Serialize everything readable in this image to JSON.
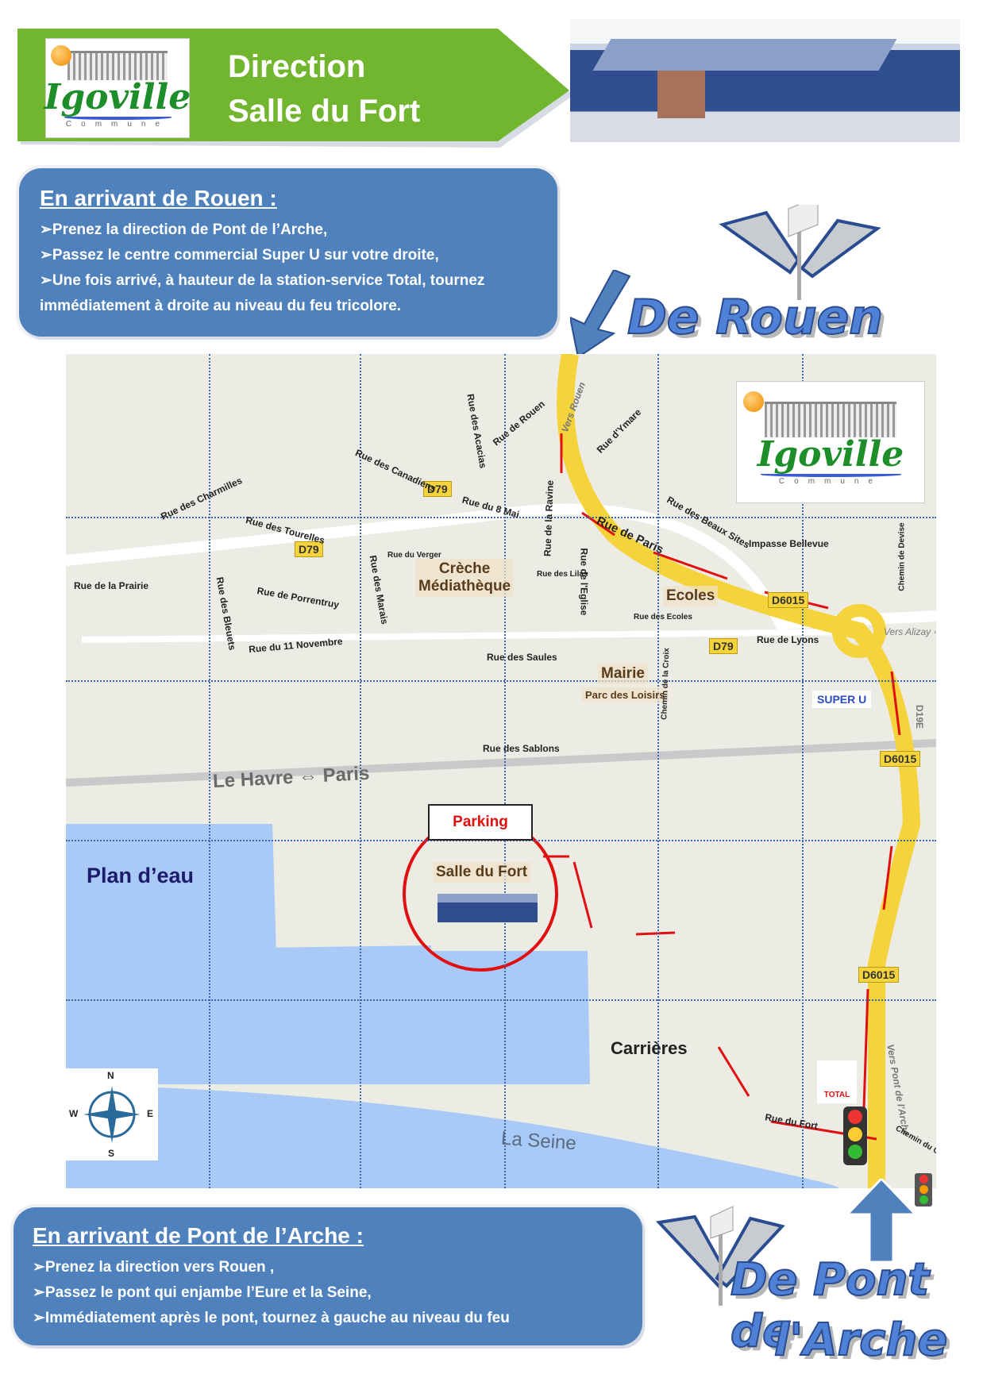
{
  "header": {
    "title_line1": "Direction",
    "title_line2": "Salle du Fort",
    "logo_name": "Igoville",
    "logo_sub": "Commune"
  },
  "box_rouen": {
    "title": "En arrivant de Rouen :",
    "steps": [
      "➢Prenez la direction de Pont de l’Arche,",
      "➢Passez le centre commercial Super U sur votre droite,",
      "➢Une fois arrivé, à hauteur de la station-service Total, tournez immédiatement à droite au niveau du feu tricolore."
    ]
  },
  "from_rouen": "De Rouen",
  "box_pont": {
    "title": "En arrivant de Pont de l’Arche :",
    "steps": [
      "➢Prenez la direction vers Rouen ,",
      "➢Passez le pont qui enjambe l’Eure et la Seine,",
      "➢Immédiatement après le pont, tournez à gauche au niveau du feu"
    ]
  },
  "from_pont_line1": "De Pont de",
  "from_pont_line2": "l'Arche",
  "map": {
    "places": {
      "creche": "Crèche",
      "mediatheque": "Médiathèque",
      "ecoles": "Ecoles",
      "mairie": "Mairie",
      "parc": "Parc des Loisirs",
      "salle": "Salle du Fort",
      "parking": "Parking",
      "carrieres": "Carrières",
      "plan_eau": "Plan d’eau",
      "seine": "La Seine",
      "rail": "Le Havre ⇔ Paris",
      "superu": "SUPER U",
      "total": "TOTAL"
    },
    "roads": {
      "d79a": "D79",
      "d79b": "D79",
      "d79c": "D79",
      "d6015a": "D6015",
      "d6015b": "D6015",
      "d6015c": "D6015",
      "vers_rouen": "Vers Rouen",
      "vers_pont": "Vers Pont de l'Arche",
      "vers_alizay": "Vers Alizay ⇨",
      "d19e": "D19E"
    },
    "streets": [
      "Rue des Canadiens",
      "Rue de Rouen",
      "Rue d'Ymare",
      "Rue du 8 Mai",
      "Rue de Paris",
      "Rue des Beaux Sites",
      "Impasse Bellevue",
      "Rue de Lyons",
      "Rue de Porrentruy",
      "Rue des Sablons",
      "Rue du Fort",
      "Rue des Saules",
      "Rue de l'Eglise",
      "Rue des Marais",
      "Rue du Verger",
      "Rue des Lilas",
      "Rue des Ecoles",
      "Rue de la Prairie",
      "Rue des Charmilles",
      "Rue des Tourelles",
      "Rue du 11 Novembre",
      "Chemin de Devise",
      "Chemin du Canal",
      "Chemin de la Croix",
      "Rue de la Ravine",
      "Rue des Acacias",
      "Rue des Bleuets"
    ],
    "compass": {
      "n": "N",
      "s": "S",
      "e": "E",
      "w": "W"
    }
  },
  "colors": {
    "green": "#72b62f",
    "blue": "#4f81bd",
    "road": "#f5d33a",
    "route": "#e01010",
    "water": "#a9c9f7"
  }
}
